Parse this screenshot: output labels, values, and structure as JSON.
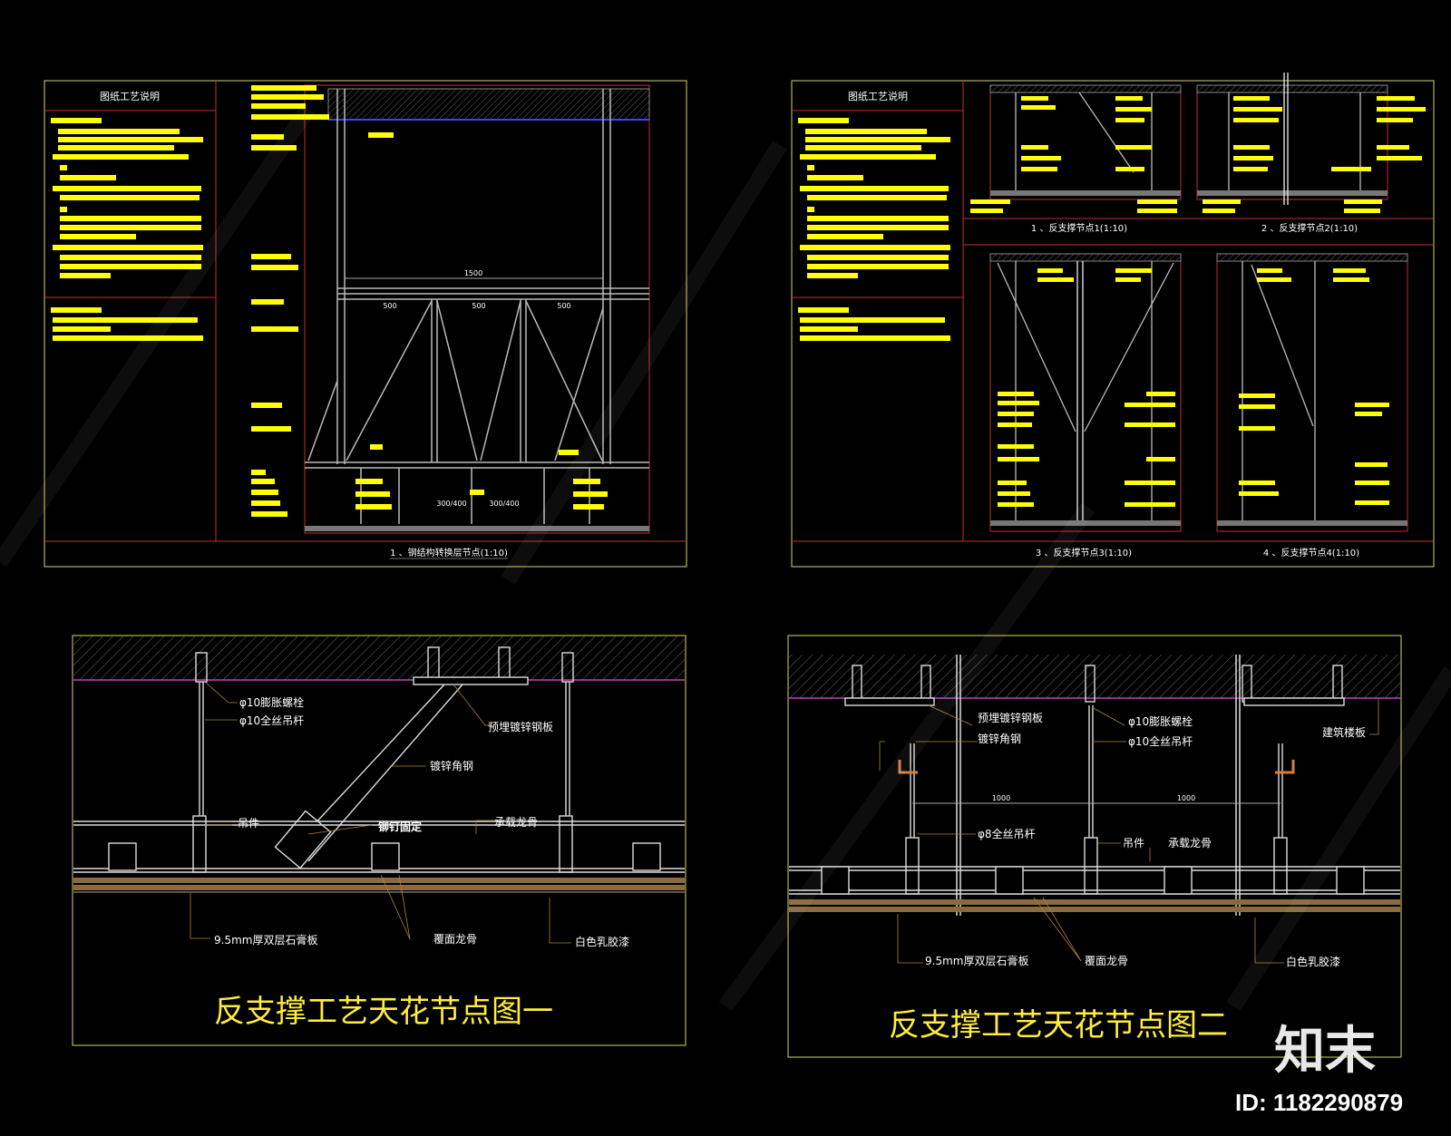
{
  "panel_tl": {
    "notes_title": "图纸工艺说明",
    "caption": "1 、钢结构转换层节点(1:10)",
    "dims": [
      "1500",
      "500",
      "500",
      "500",
      "300/400",
      "300/400"
    ]
  },
  "panel_tr": {
    "notes_title": "图纸工艺说明",
    "captions": [
      "1 、反支撑节点1(1:10)",
      "2 、反支撑节点2(1:10)",
      "3 、反支撑节点3(1:10)",
      "4 、反支撑节点4(1:10)"
    ]
  },
  "panel_bl": {
    "title": "反支撑工艺天花节点图一",
    "labels": {
      "bolt": "φ10膨胀螺栓",
      "rod": "φ10全丝吊杆",
      "plate": "预埋镀锌钢板",
      "angle": "镀锌角钢",
      "hanger": "吊件",
      "rivet": "铆钉固定",
      "main_keel": "承载龙骨",
      "gypsum": "9.5mm厚双层石膏板",
      "cover_keel": "覆面龙骨",
      "paint": "白色乳胶漆"
    }
  },
  "panel_br": {
    "title": "反支撑工艺天花节点图二",
    "labels": {
      "plate": "预埋镀锌钢板",
      "angle": "镀锌角钢",
      "bolt": "φ10膨胀螺栓",
      "rod": "φ10全丝吊杆",
      "slab": "建筑楼板",
      "rod8": "φ8全丝吊杆",
      "hanger": "吊件",
      "main_keel": "承载龙骨",
      "gypsum": "9.5mm厚双层石膏板",
      "cover_keel": "覆面龙骨",
      "paint": "白色乳胶漆"
    },
    "dims": [
      "1000",
      "1000"
    ]
  },
  "brand": {
    "logo": "知末",
    "id": "ID: 1182290879"
  }
}
